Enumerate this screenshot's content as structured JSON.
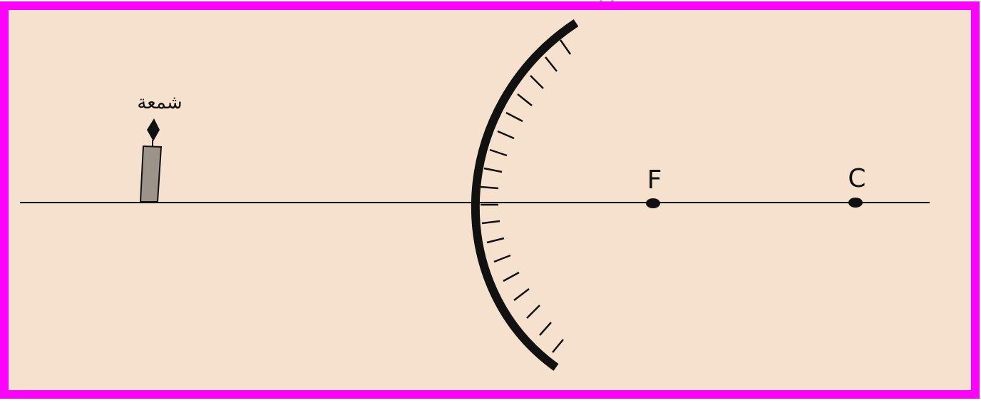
{
  "diagram": {
    "candle_label": "شمعة",
    "focus_label": "F",
    "center_label": "C"
  },
  "colors": {
    "frame_border": "#ff00ff",
    "background": "#f5e1cd",
    "ink": "#111111",
    "candle_body": "#9a948b",
    "top_mark": "#7ccf7a"
  }
}
